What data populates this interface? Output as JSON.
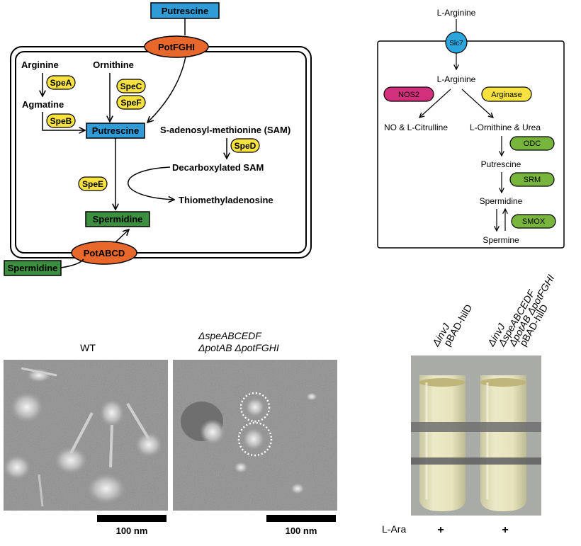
{
  "panel_a": {
    "putrescine_in": "Putrescine",
    "potfghi": "PotFGHI",
    "arginine": "Arginine",
    "spea": "SpeA",
    "agmatine": "Agmatine",
    "speb": "SpeB",
    "ornithine": "Ornithine",
    "spec": "SpeC",
    "spef": "SpeF",
    "putrescine": "Putrescine",
    "sam": "S-adenosyl-methionine (SAM)",
    "sped": "SpeD",
    "dcsam": "Decarboxylated SAM",
    "spee": "SpeE",
    "mta": "Thiomethyladenosine",
    "spermidine": "Spermidine",
    "potabcd": "PotABCD",
    "spermidine_out": "Spermidine"
  },
  "panel_b": {
    "arginine_out": "L-Arginine",
    "slc7": "Slc7",
    "arginine_in": "L-Arginine",
    "nos2": "NOS2",
    "arginase": "Arginase",
    "no_citrulline": "NO & L-Citrulline",
    "ornithine_urea": "L-Ornithine & Urea",
    "odc": "ODC",
    "putrescine": "Putrescine",
    "srm": "SRM",
    "spermidine": "Spermidine",
    "smox": "SMOX",
    "spermine": "Spermine"
  },
  "panel_c": {
    "wt_label": "WT",
    "mutant_line1": "ΔspeABCEDF",
    "mutant_line2": "ΔpotAB ΔpotFGHI",
    "scalebar1": "100 nm",
    "scalebar2": "100 nm"
  },
  "panel_d": {
    "tube1_line1": "ΔinvJ",
    "tube1_line2": "pBAD-hilD",
    "tube2_line1": "ΔinvJ",
    "tube2_line2": "ΔspeABCEDF",
    "tube2_line3": "ΔpotAB ΔpotFGHI",
    "tube2_line4": "pBAD-hilD",
    "lara_label": "L-Ara",
    "tube1_plus": "+",
    "tube2_plus": "+"
  },
  "colors": {
    "putrescine_box": "#2f9bd7",
    "spermidine_box": "#3b8f3f",
    "transporter": "#e8672a",
    "enzyme_yellow": "#f7e23f",
    "enzyme_green": "#77b53c",
    "nos2": "#d2307c",
    "slc7": "#2aa6dc"
  }
}
